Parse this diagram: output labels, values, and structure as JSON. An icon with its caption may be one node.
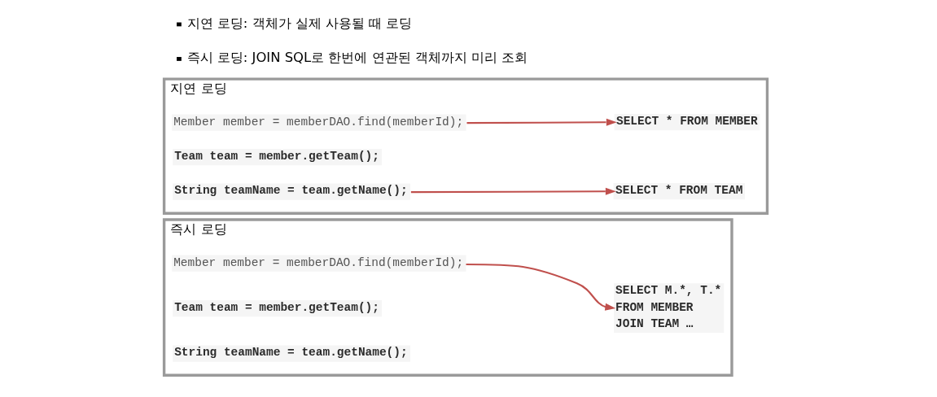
{
  "diagram": {
    "nodes": [
      {
        "text": [
          "지연 로딩"
        ]
      },
      {
        "text": [
          "Member member = memberDAO.find(memberId);"
        ],
        "in": 0
      },
      {
        "text": [
          "Team team = member.getTeam();"
        ],
        "in": 0
      },
      {
        "text": [
          "String teamName = team.getName();"
        ],
        "in": 0
      },
      {
        "text": [
          "SELECT * FROM MEMBER"
        ],
        "in": 0
      },
      {
        "text": [
          "SELECT * FROM TEAM"
        ],
        "in": 0
      },
      {
        "text": [
          "즉시 로딩"
        ]
      },
      {
        "text": [
          "Member member = memberDAO.find(memberId);"
        ],
        "in": 6
      },
      {
        "text": [
          "Team team = member.getTeam();"
        ],
        "in": 6
      },
      {
        "text": [
          "String teamName = team.getName();"
        ],
        "in": 6
      },
      {
        "text": [
          "SELECT M.*, T.*",
          "FROM MEMBER",
          "JOIN TEAM …"
        ],
        "in": 6
      }
    ],
    "edges": [
      {
        "from": 1,
        "to": 4,
        "arrow": "to"
      },
      {
        "from": 3,
        "to": 5,
        "arrow": "to"
      },
      {
        "from": 7,
        "to": 10,
        "arrow": "to"
      }
    ],
    "labels": [
      "지연 로딩: 객체가 실제 사용될 때 로딩",
      "즉시 로딩: JOIN SQL로 한번에 연관된 객체까지 미리 조회"
    ]
  }
}
